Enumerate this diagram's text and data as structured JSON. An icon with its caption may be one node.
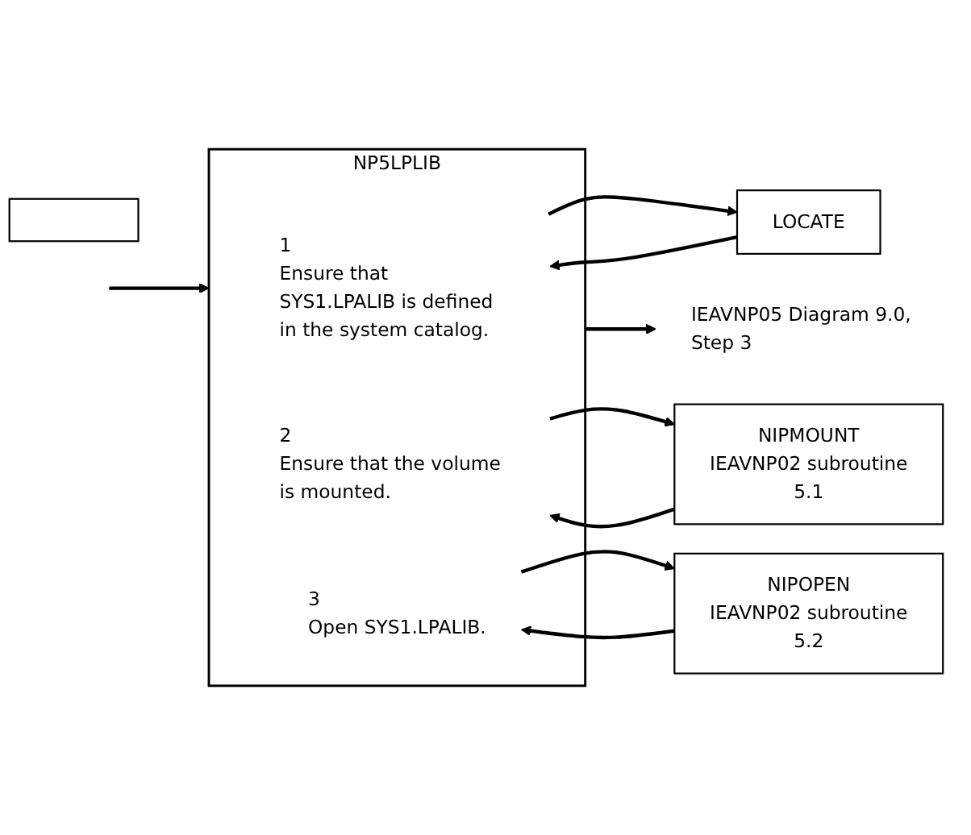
{
  "diagram": {
    "nodes": [
      {
        "text": [
          "NP5LPLIB"
        ]
      },
      {
        "text": [
          "1",
          "Ensure that SYS1.LPALIB is defined in the system catalog."
        ],
        "in": 0
      },
      {
        "text": [
          "2",
          "Ensure that the volume is mounted."
        ],
        "in": 0
      },
      {
        "text": [
          "3",
          "Open SYS1.LPALIB."
        ],
        "in": 0
      },
      {
        "text": [
          "LOCATE"
        ]
      },
      {
        "text": [
          "NIPMOUNT",
          "IEAVNP02 subroutine",
          "5.1"
        ]
      },
      {
        "text": [
          "NIPOPEN",
          "IEAVNP02 subroutine",
          "5.2"
        ]
      },
      {
        "text": [],
        "shape": "bar"
      },
      {
        "text": [
          "IEAVNP05 Diagram 9.0, Step 3"
        ]
      }
    ],
    "edges": [
      {
        "from": null,
        "to": 0,
        "arrow": "to"
      },
      {
        "from": 1,
        "to": 4,
        "arrow": "to"
      },
      {
        "from": 4,
        "to": 1,
        "arrow": "to"
      },
      {
        "from": 2,
        "to": 5,
        "arrow": "to"
      },
      {
        "from": 5,
        "to": 2,
        "arrow": "to"
      },
      {
        "from": 3,
        "to": 6,
        "arrow": "to"
      },
      {
        "from": 6,
        "to": 3,
        "arrow": "to"
      },
      {
        "from": 0,
        "to": 8,
        "arrow": "to"
      }
    ]
  }
}
